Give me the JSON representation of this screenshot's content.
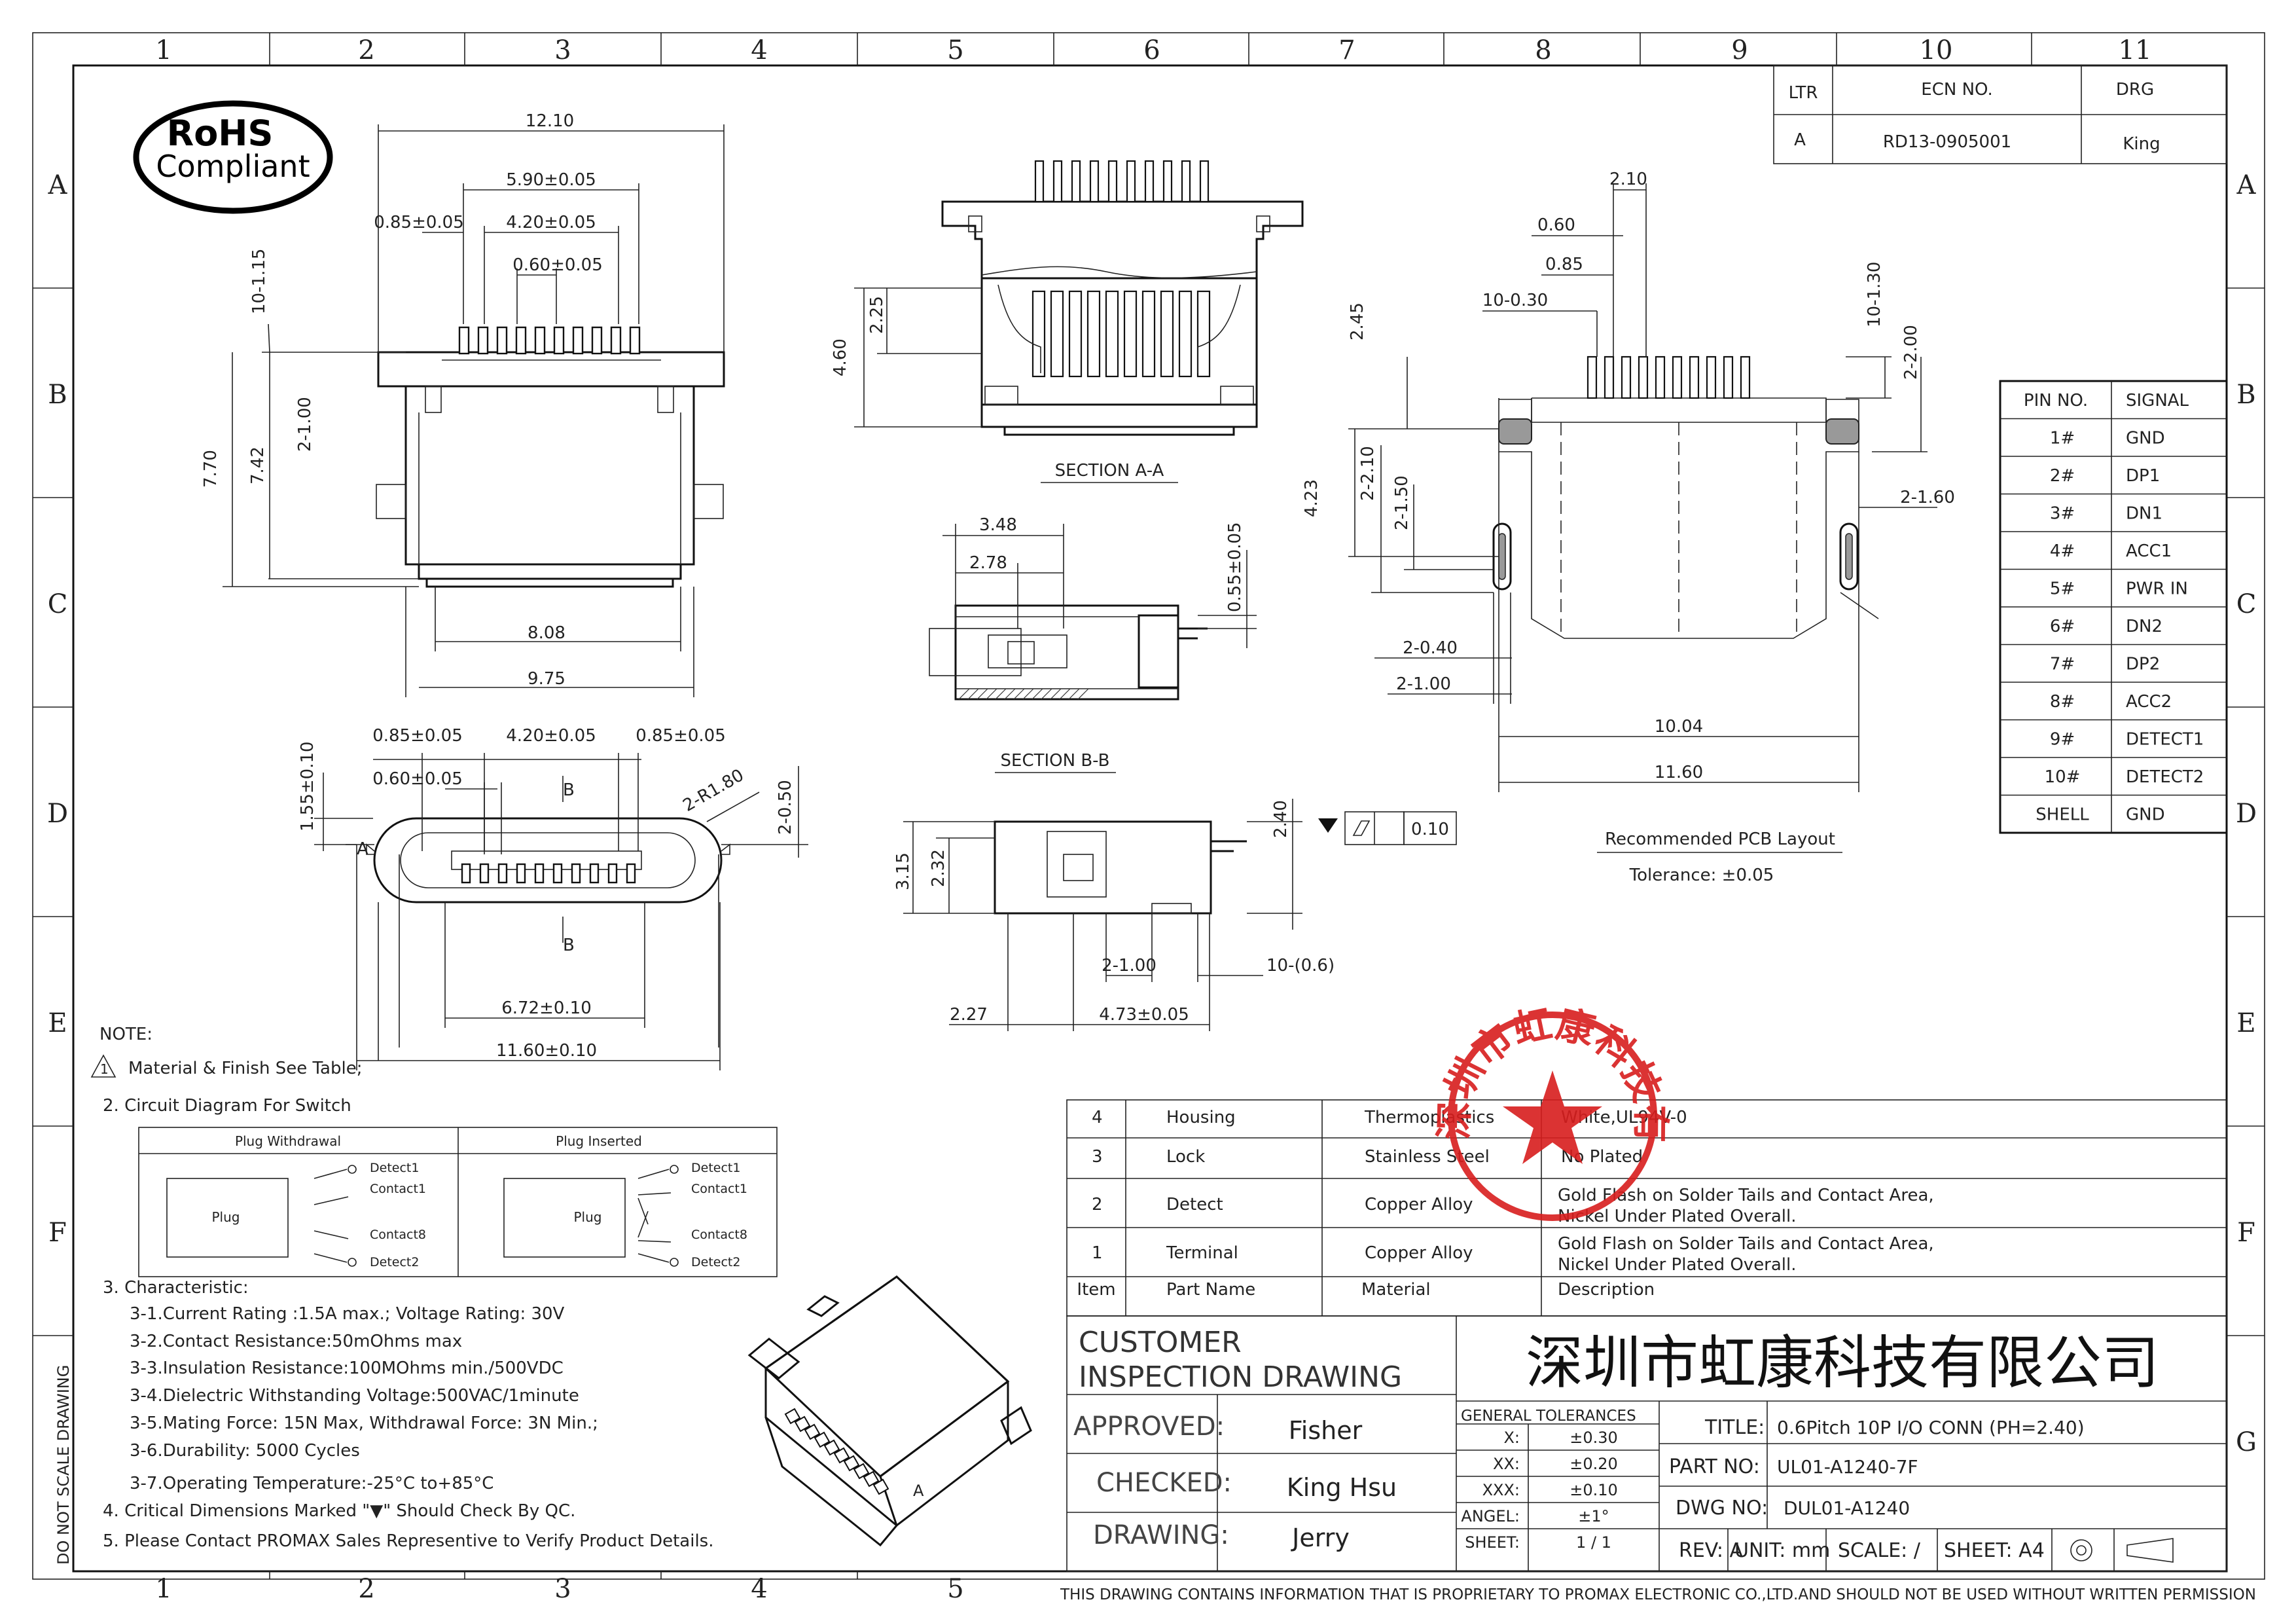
{
  "frame": {
    "col_numbers": [
      "1",
      "2",
      "3",
      "4",
      "5",
      "6",
      "7",
      "8",
      "9",
      "10",
      "11"
    ],
    "row_letters": [
      "A",
      "B",
      "C",
      "D",
      "E",
      "F",
      "G"
    ],
    "side_note": "DO NOT SCALE DRAWING",
    "proprietary_notice": "THIS DRAWING CONTAINS INFORMATION THAT IS PROPRIETARY TO PROMAX ELECTRONIC CO.,LTD.AND SHOULD NOT BE USED WITHOUT WRITTEN PERMISSION"
  },
  "rohs": {
    "line1": "RoHS",
    "line2": "Compliant"
  },
  "revision": {
    "headers": [
      "LTR",
      "ECN NO.",
      "DRG"
    ],
    "row": [
      "A",
      "RD13-0905001",
      "King"
    ]
  },
  "views": {
    "section_aa": "SECTION A-A",
    "section_bb": "SECTION B-B",
    "pcb_layout": "Recommended PCB Layout",
    "pcb_tolerance": "Tolerance: ±0.05",
    "flatness_value": "0.10",
    "label_a": "A",
    "label_b": "B"
  },
  "dims": {
    "top_view": [
      "12.10",
      "5.90±0.05",
      "4.20±0.05",
      "0.85±0.05",
      "0.60±0.05",
      "10-1.15",
      "2-1.00",
      "7.70",
      "7.42",
      "8.08",
      "9.75"
    ],
    "front_view": [
      "0.85±0.05",
      "4.20±0.05",
      "0.85±0.05",
      "0.60±0.05",
      "1.55±0.10",
      "2-R1.80",
      "2-0.50",
      "6.72±0.10",
      "11.60±0.10"
    ],
    "section_a": [
      "4.60",
      "2.25"
    ],
    "side_view": [
      "3.48",
      "2.78",
      "0.55±0.05"
    ],
    "section_b": [
      "3.15",
      "2.32",
      "2.40",
      "2-1.00",
      "10-(0.6)",
      "2.27",
      "4.73±0.05"
    ],
    "pcb": [
      "2.10",
      "0.60",
      "0.85",
      "10-0.30",
      "10-1.30",
      "2.45",
      "2-2.00",
      "2-2.10",
      "2-1.50",
      "4.23",
      "2-1.60",
      "2-0.40",
      "2-1.00",
      "10.04",
      "11.60"
    ]
  },
  "pin_table": {
    "headers": [
      "PIN NO.",
      "SIGNAL"
    ],
    "rows": [
      [
        "1#",
        "GND"
      ],
      [
        "2#",
        "DP1"
      ],
      [
        "3#",
        "DN1"
      ],
      [
        "4#",
        "ACC1"
      ],
      [
        "5#",
        "PWR IN"
      ],
      [
        "6#",
        "DN2"
      ],
      [
        "7#",
        "DP2"
      ],
      [
        "8#",
        "ACC2"
      ],
      [
        "9#",
        "DETECT1"
      ],
      [
        "10#",
        "DETECT2"
      ],
      [
        "SHELL",
        "GND"
      ]
    ]
  },
  "notes": {
    "title": "NOTE:",
    "n1": "Material & Finish See Table;",
    "n1_num": "1",
    "n2": "2. Circuit Diagram For Switch",
    "circuit": {
      "left_title": "Plug Withdrawal",
      "right_title": "Plug Inserted",
      "plug": "Plug",
      "detect1": "Detect1",
      "contact1": "Contact1",
      "contact8": "Contact8",
      "detect2": "Detect2"
    },
    "n3": "3. Characteristic:",
    "c1": "3-1.Current Rating :1.5A max.; Voltage Rating: 30V",
    "c2": "3-2.Contact Resistance:50mOhms max",
    "c3": "3-3.Insulation Resistance:100MOhms min./500VDC",
    "c4": "3-4.Dielectric Withstanding Voltage:500VAC/1minute",
    "c5": "3-5.Mating Force: 15N Max, Withdrawal Force: 3N Min.;",
    "c6": "3-6.Durability: 5000 Cycles",
    "c7": "3-7.Operating Temperature:-25°C to+85°C",
    "n4": "4. Critical Dimensions Marked \"▼\" Should Check By QC.",
    "n5": "5. Please Contact PROMAX Sales Representive to Verify Product Details."
  },
  "materials": {
    "headers": [
      "Item",
      "Part Name",
      "Material",
      "Description"
    ],
    "rows": [
      [
        "4",
        "Housing",
        "Thermoplastics",
        "White,UL94V-0",
        ""
      ],
      [
        "3",
        "Lock",
        "Stainless Steel",
        "No Plated",
        ""
      ],
      [
        "2",
        "Detect",
        "Copper Alloy",
        "Gold Flash on Solder Tails and Contact Area,",
        "Nickel Under Plated Overall."
      ],
      [
        "1",
        "Terminal",
        "Copper Alloy",
        "Gold Flash on Solder Tails and Contact Area,",
        "Nickel Under Plated Overall."
      ]
    ]
  },
  "title_block": {
    "doc_type_1": "CUSTOMER",
    "doc_type_2": "INSPECTION DRAWING",
    "company": "深圳市虹康科技有限公司",
    "approved_label": "APPROVED:",
    "approved": "Fisher",
    "checked_label": "CHECKED:",
    "checked": "King Hsu",
    "drawing_label": "DRAWING:",
    "drawing": "Jerry",
    "tol_title": "GENERAL TOLERANCES",
    "tolerances": [
      [
        "X:",
        "±0.30"
      ],
      [
        "XX:",
        "±0.20"
      ],
      [
        "XXX:",
        "±0.10"
      ],
      [
        "ANGEL:",
        "±1°"
      ],
      [
        "SHEET:",
        "1 / 1"
      ]
    ],
    "title_label": "TITLE:",
    "title": "0.6Pitch 10P I/O CONN (PH=2.40)",
    "part_label": "PART NO:",
    "part_no": "UL01-A1240-7F",
    "dwg_label": "DWG NO:",
    "dwg_no": "DUL01-A1240",
    "rev": "REV: A",
    "unit": "UNIT: mm",
    "scale": "SCALE: /",
    "sheet": "SHEET: A4"
  },
  "colors": {
    "ink": "#111111",
    "stamp": "#d81e1e"
  }
}
